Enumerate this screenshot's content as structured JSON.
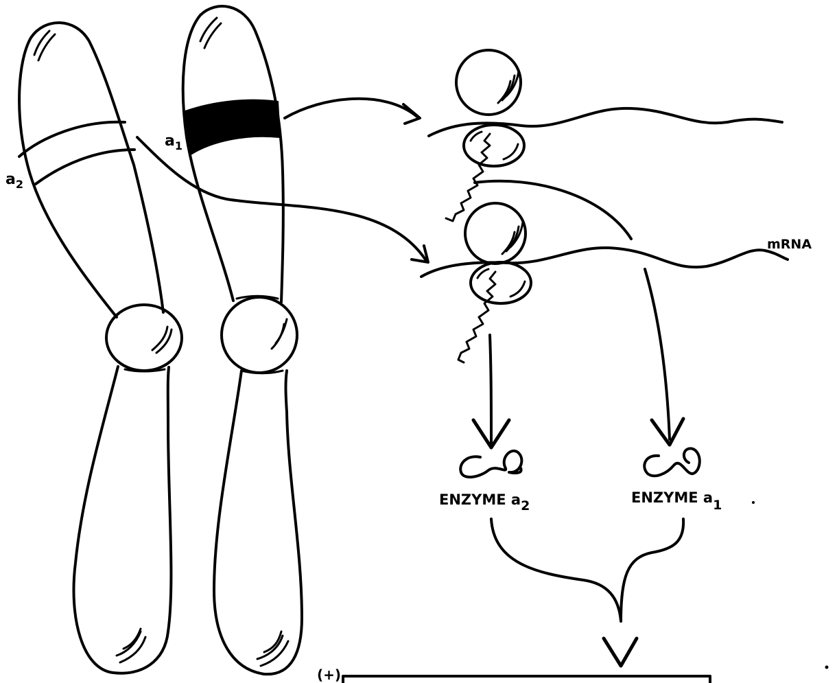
{
  "labels": {
    "gene_a2": "a",
    "gene_a2_sub": "2",
    "gene_a1": "a",
    "gene_a1_sub": "1",
    "mrna": "mRNA",
    "enzyme_a2": "ENZYME a",
    "enzyme_a2_sub": "2",
    "enzyme_a1": "ENZYME a",
    "enzyme_a1_sub": "1",
    "plus": "(+)"
  },
  "colors": {
    "ink": "#000000",
    "background": "#ffffff"
  }
}
